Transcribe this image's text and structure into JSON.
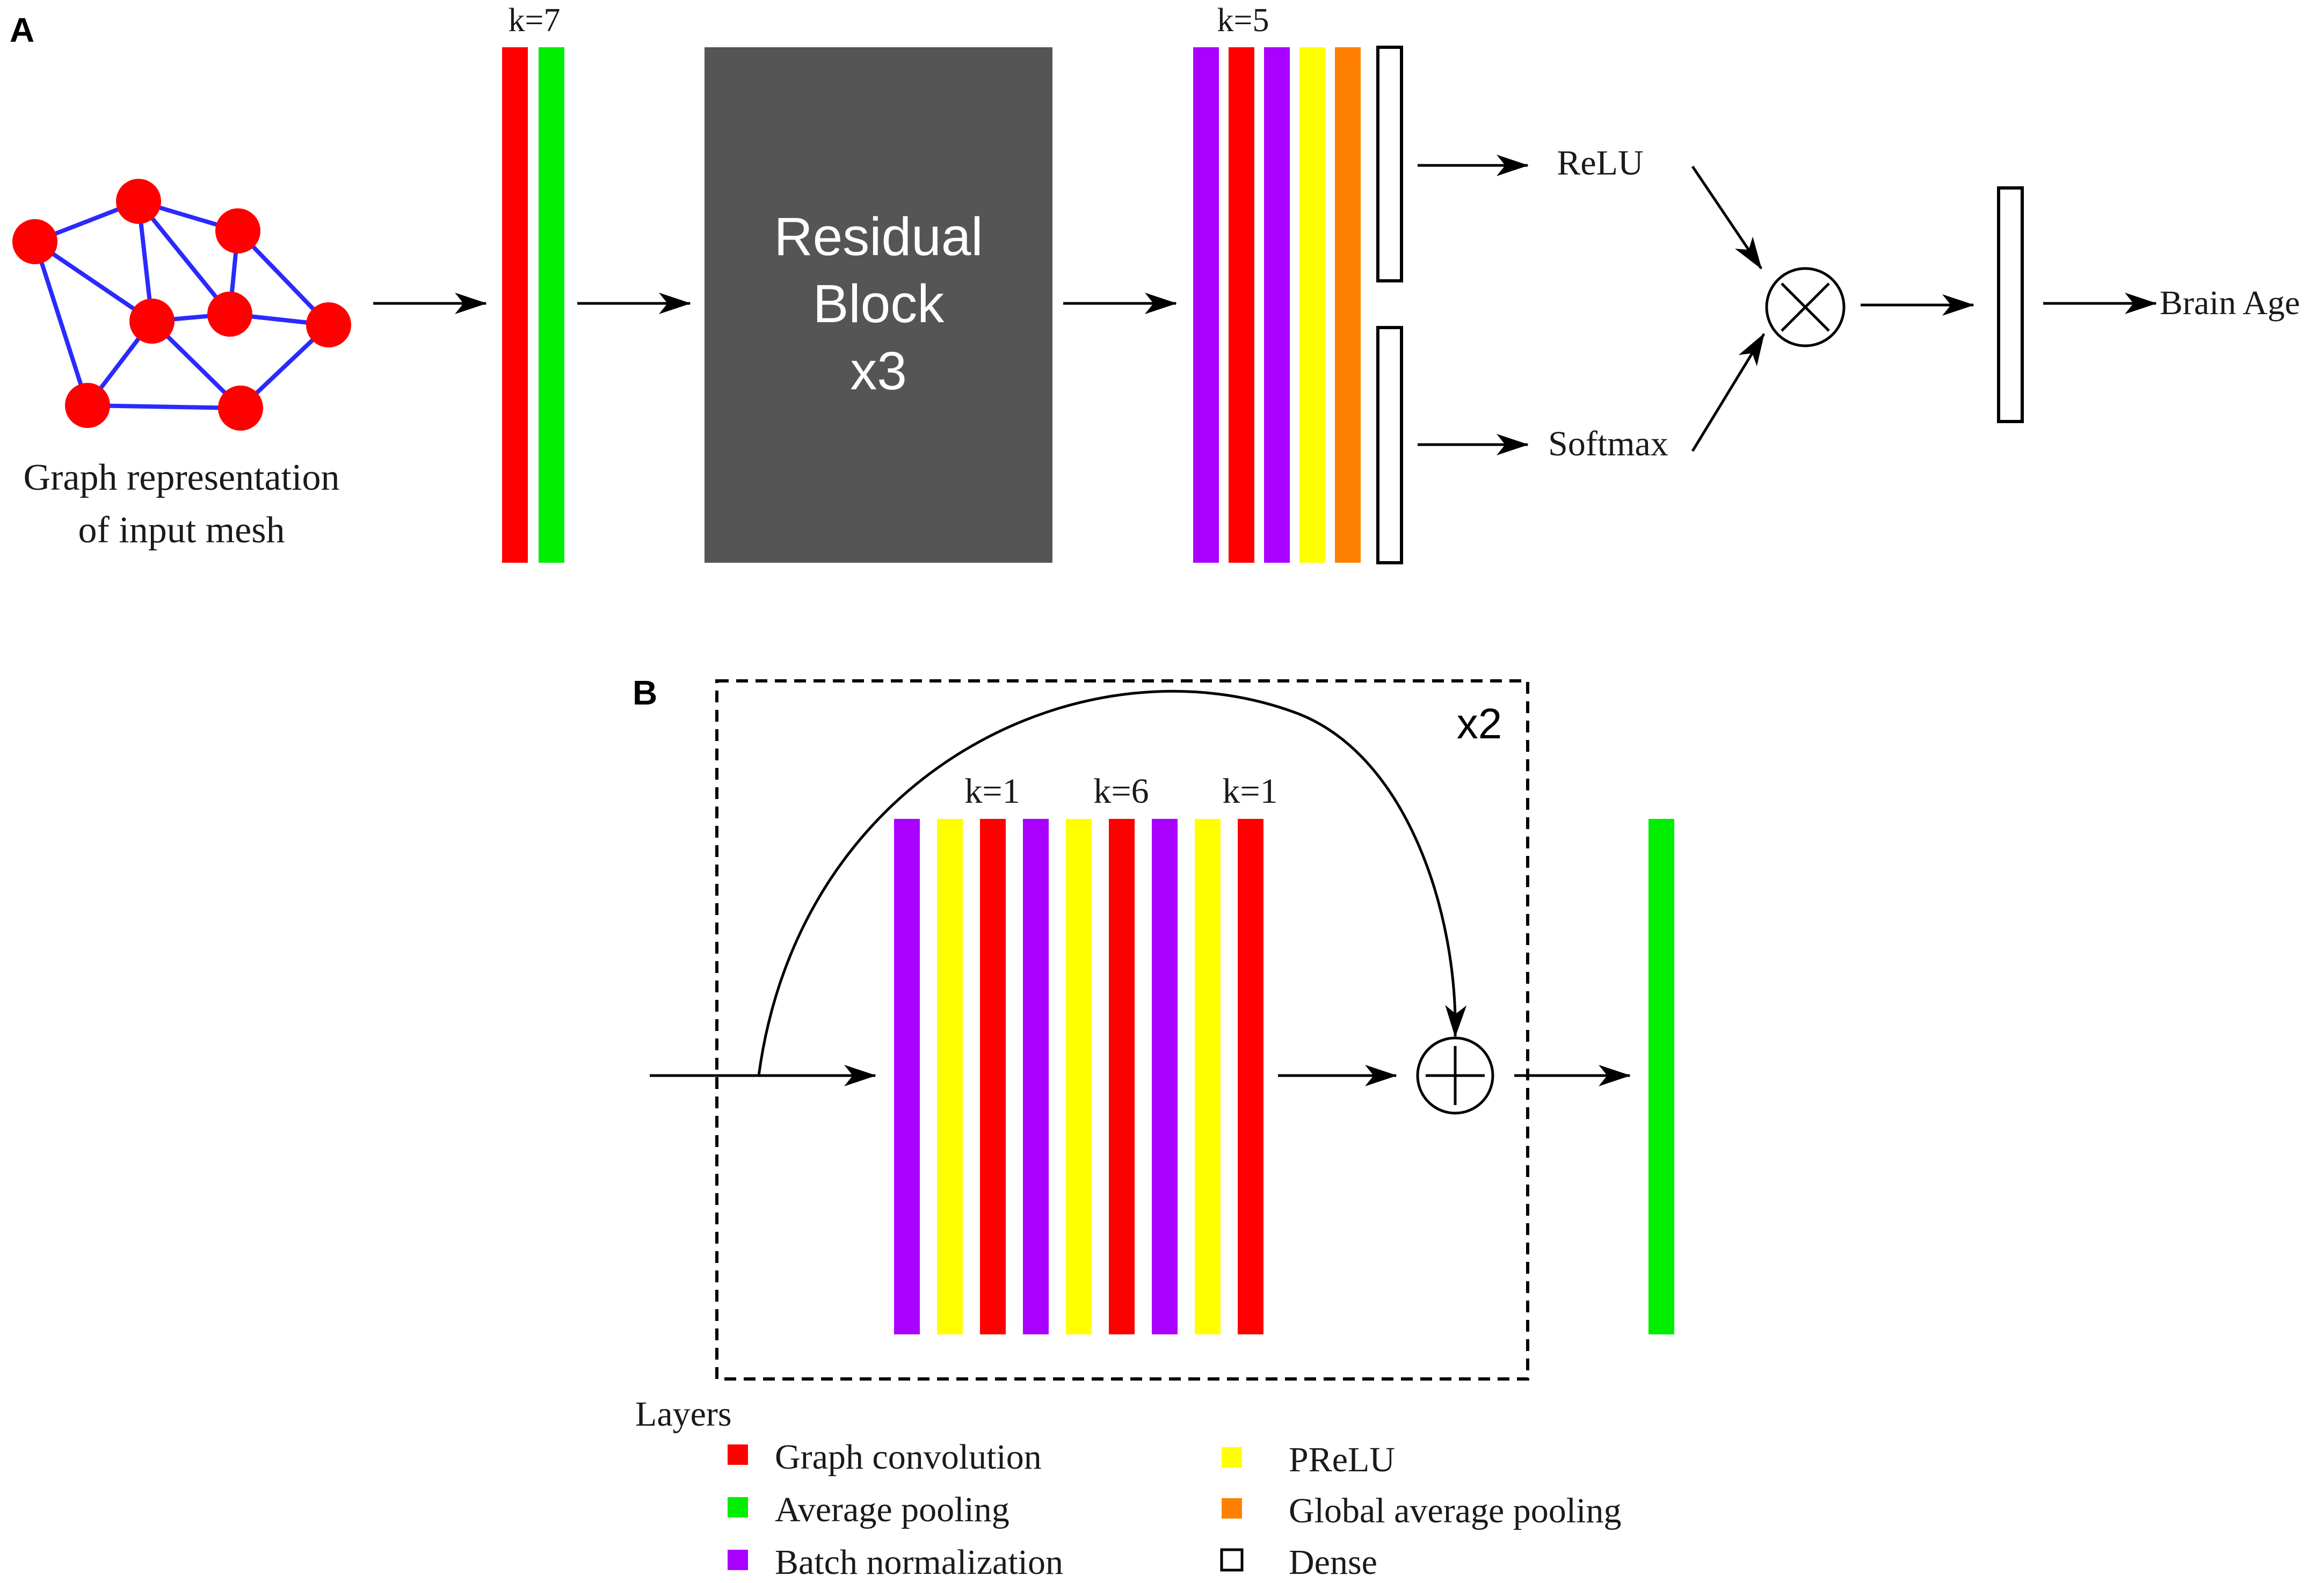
{
  "panel_a": {
    "letter": "A",
    "graph_caption_line1": "Graph representation",
    "graph_caption_line2": "of input mesh",
    "k_first": "k=7",
    "residual_line1": "Residual",
    "residual_line2": "Block",
    "residual_line3": "x3",
    "k_second": "k=5",
    "relu": "ReLU",
    "softmax": "Softmax",
    "output": "Brain Age"
  },
  "panel_b": {
    "letter": "B",
    "repeat": "x2",
    "k_labels": [
      "k=1",
      "k=6",
      "k=1"
    ]
  },
  "legend": {
    "title": "Layers",
    "items": [
      {
        "label": "Graph convolution",
        "color": "#ff0000"
      },
      {
        "label": "Average pooling",
        "color": "#00ee00"
      },
      {
        "label": "Batch normalization",
        "color": "#aa00ff"
      },
      {
        "label": "PReLU",
        "color": "#ffff00"
      },
      {
        "label": "Global average pooling",
        "color": "#ff8000"
      },
      {
        "label": "Dense",
        "color": "#ffffff"
      }
    ]
  },
  "colors": {
    "graph_conv": "#ff0000",
    "avg_pool": "#00ee00",
    "batch_norm": "#aa00ff",
    "prelu": "#ffff00",
    "global_pool": "#ff8000",
    "residual_block": "#555555",
    "graph_edge": "#2a2aff",
    "graph_node": "#ff0000"
  }
}
